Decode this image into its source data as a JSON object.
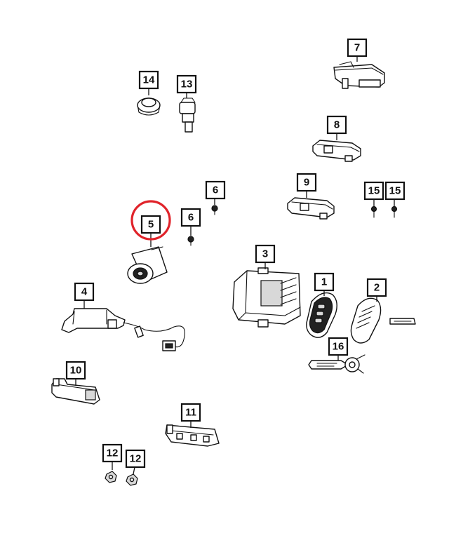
{
  "callouts": {
    "c1": "1",
    "c2": "2",
    "c3": "3",
    "c4": "4",
    "c5": "5",
    "c6a": "6",
    "c6b": "6",
    "c7": "7",
    "c8": "8",
    "c9": "9",
    "c10": "10",
    "c11": "11",
    "c12a": "12",
    "c12b": "12",
    "c13": "13",
    "c14": "14",
    "c15a": "15",
    "c15b": "15",
    "c16": "16"
  },
  "highlight": {
    "target": "5",
    "color": "#e0232a"
  }
}
